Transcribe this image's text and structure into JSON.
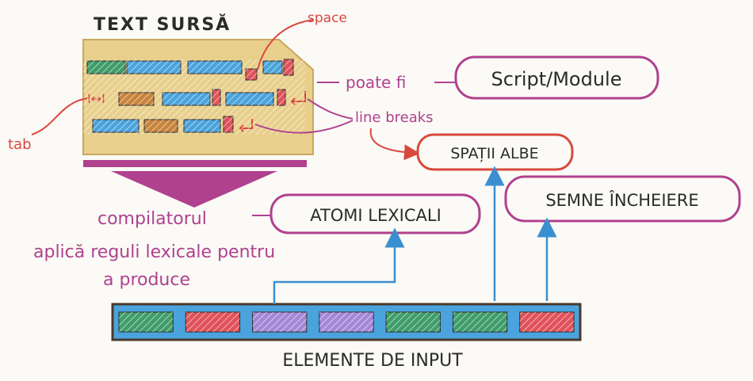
{
  "source": {
    "title": "TEXT SURSĂ",
    "space_label": "space",
    "tab_label": "tab",
    "line_breaks_label": "line breaks"
  },
  "can_be_label": "poate fi",
  "script_module_label": "Script/Module",
  "whitespace_label": "SPAȚII ALBE",
  "compiler_text": {
    "line1": "compilatorul",
    "line2": "aplică reguli lexicale pentru",
    "line3": "a produce"
  },
  "lexical_atoms_label": "ATOMI LEXICALI",
  "terminators_label": "SEMNE ÎNCHEIERE",
  "input_elements_label": "ELEMENTE DE INPUT",
  "input_cells": [
    "green",
    "red",
    "purple",
    "purple",
    "green",
    "green",
    "red"
  ],
  "colors": {
    "green": "#3f9d6a",
    "red": "#e0525a",
    "purple": "#a487d6",
    "blue": "#4aa3dc",
    "orange": "#c8843c",
    "magenta": "#b0418f",
    "note_red": "#d9483f",
    "paper": "#e8cf8c"
  }
}
